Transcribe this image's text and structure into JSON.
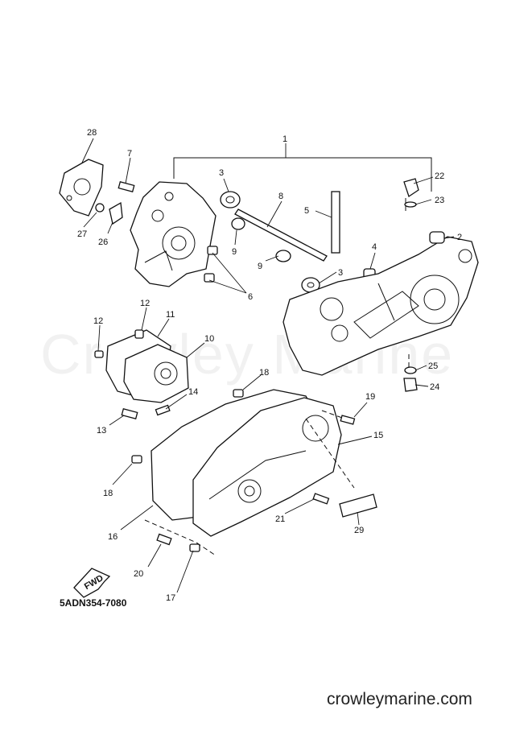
{
  "diagram": {
    "ref_code": "5ADN354-7080",
    "watermark": "Crowley Marine",
    "site": "crowleymarine.com",
    "fwd_label": "FWD",
    "callouts": [
      "1",
      "2",
      "3",
      "3",
      "4",
      "5",
      "6",
      "7",
      "8",
      "9",
      "9",
      "10",
      "11",
      "12",
      "12",
      "13",
      "14",
      "15",
      "16",
      "17",
      "18",
      "18",
      "19",
      "20",
      "21",
      "22",
      "23",
      "24",
      "25",
      "26",
      "27",
      "28",
      "29"
    ]
  }
}
